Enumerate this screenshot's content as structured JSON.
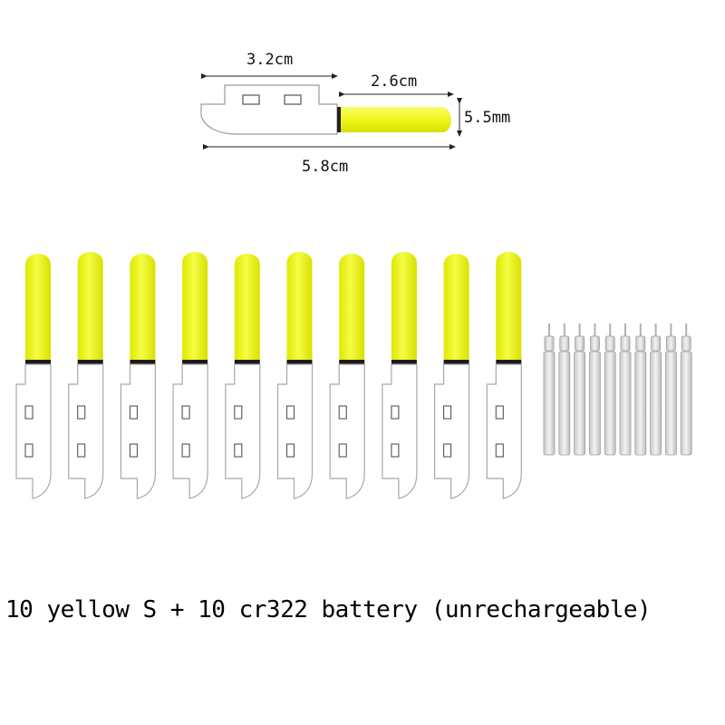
{
  "dimensions": {
    "holder_length": "3.2cm",
    "stick_length": "2.6cm",
    "diameter": "5.5mm",
    "total_length": "5.8cm"
  },
  "product": {
    "stick_count": 10,
    "battery_count": 10,
    "stick_color": "#eef51a",
    "caption": "10 yellow S + 10 cr322 battery (unrechargeable)"
  }
}
